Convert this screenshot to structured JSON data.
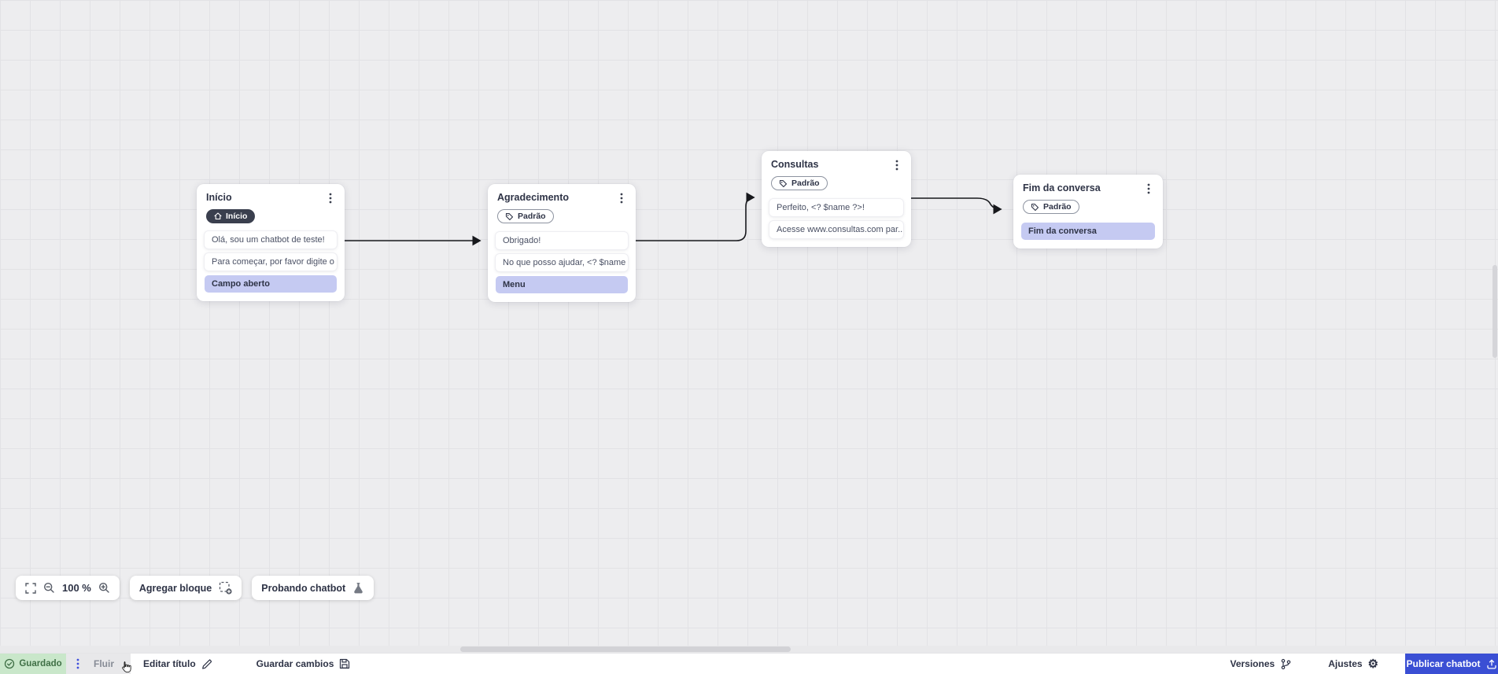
{
  "canvas": {
    "nodes": [
      {
        "title": "Início",
        "badge": {
          "label": "Início",
          "style": "dark",
          "icon": "home-icon"
        },
        "rows": [
          {
            "text": "Olá, sou um chatbot de teste!",
            "type": "message"
          },
          {
            "text": "Para começar, por favor digite o ...",
            "type": "message"
          },
          {
            "text": "Campo aberto",
            "type": "action"
          }
        ]
      },
      {
        "title": "Agradecimento",
        "badge": {
          "label": "Padrão",
          "style": "outline",
          "icon": "tag-icon"
        },
        "rows": [
          {
            "text": "Obrigado!",
            "type": "message"
          },
          {
            "text": "No que posso ajudar, <? $name ...",
            "type": "message"
          },
          {
            "text": "Menu",
            "type": "action"
          }
        ]
      },
      {
        "title": "Consultas",
        "badge": {
          "label": "Padrão",
          "style": "outline",
          "icon": "tag-icon"
        },
        "rows": [
          {
            "text": "Perfeito, <? $name ?>!",
            "type": "message"
          },
          {
            "text": "Acesse www.consultas.com par...",
            "type": "message"
          }
        ]
      },
      {
        "title": "Fim da conversa",
        "badge": {
          "label": "Padrão",
          "style": "outline",
          "icon": "tag-icon"
        },
        "rows": [
          {
            "text": "Fim da conversa",
            "type": "action"
          }
        ]
      }
    ]
  },
  "toolbar": {
    "zoom_controls": {
      "zoom_level": "100 %",
      "icons": [
        "fit-view-icon",
        "zoom-out-icon",
        "zoom-in-icon"
      ]
    },
    "add_block": {
      "label": "Agregar bloque",
      "icon": "add-block-icon"
    },
    "test_chatbot": {
      "label": "Probando chatbot",
      "icon": "flask-icon"
    }
  },
  "statusbar": {
    "saved": {
      "label": "Guardado",
      "icon": "check-circle-icon"
    },
    "flow_tab": {
      "label": "Fluir",
      "icon": "kebab-icon"
    },
    "edit_title": {
      "label": "Editar título",
      "icon": "pencil-icon"
    },
    "save_changes": {
      "label": "Guardar cambios",
      "icon": "save-icon"
    },
    "versions": {
      "label": "Versiones",
      "icon": "branch-icon"
    },
    "settings": {
      "label": "Ajustes",
      "icon": "gear-icon"
    },
    "publish": {
      "label": "Publicar chatbot",
      "icon": "upload-icon"
    }
  },
  "colors": {
    "accent_blue": "#3a4fd4",
    "saved_green_bg": "#c9e7ca",
    "saved_green_text": "#3f6f45",
    "action_row_bg": "#c5caf2",
    "badge_dark_bg": "#3a3f4e",
    "wire_color": "#17181c"
  }
}
